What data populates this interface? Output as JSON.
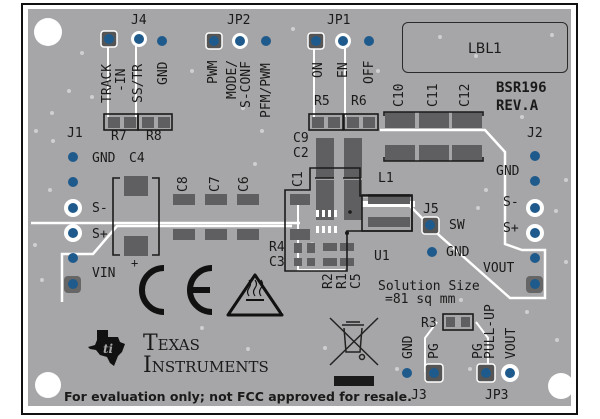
{
  "board": {
    "part_number": "BSR196",
    "revision": "REV.A",
    "label_box": "LBL1",
    "solution_size_line1": "Solution Size",
    "solution_size_line2": "=81 sq mm",
    "footer_note": "For evaluation only; not FCC approved for resale.",
    "colors": {
      "board": "#a6a6a8",
      "pad": "#1f5a8c",
      "smd": "#5f5f61",
      "silk": "#1a1a1a",
      "trace_outline": "#ffffff"
    }
  },
  "connectors": {
    "J4": {
      "ref": "J4",
      "pins": [
        "TRACK",
        "-IN",
        "SS/TR",
        "GND"
      ]
    },
    "JP2": {
      "ref": "JP2",
      "pins": [
        "PWM",
        "MODE/",
        "S-CONF",
        "PFM/PWM"
      ]
    },
    "JP1": {
      "ref": "JP1",
      "pins": [
        "ON",
        "EN",
        "OFF"
      ]
    },
    "J1": {
      "ref": "J1",
      "pins": [
        "GND",
        "S-",
        "S+",
        "VIN"
      ]
    },
    "J2": {
      "ref": "J2",
      "pins": [
        "GND",
        "S-",
        "S+",
        "VOUT"
      ]
    },
    "J5": {
      "ref": "J5",
      "pins": [
        "SW",
        "GND"
      ]
    },
    "J3": {
      "ref": "J3",
      "pins": [
        "GND",
        "PG"
      ]
    },
    "JP3": {
      "ref": "JP3",
      "pins": [
        "PG",
        "PULL-UP",
        "VOUT"
      ]
    }
  },
  "components": {
    "R7": "R7",
    "R8": "R8",
    "R5": "R5",
    "R6": "R6",
    "C10": "C10",
    "C11": "C11",
    "C12": "C12",
    "C9": "C9",
    "C2": "C2",
    "C1": "C1",
    "L1": "L1",
    "C4": "C4",
    "C4_polarity": "+",
    "C8": "C8",
    "C7": "C7",
    "C6": "C6",
    "R4": "R4",
    "C3": "C3",
    "R2": "R2",
    "R1": "R1",
    "C5": "C5",
    "U1": "U1",
    "R3": "R3"
  },
  "logos": {
    "ce_mark": "CE",
    "hot_surface_icon": "hot-surface-warning",
    "weee_icon": "crossed-out-wheelie-bin",
    "ti_line1": "Texas",
    "ti_line2": "Instruments"
  }
}
